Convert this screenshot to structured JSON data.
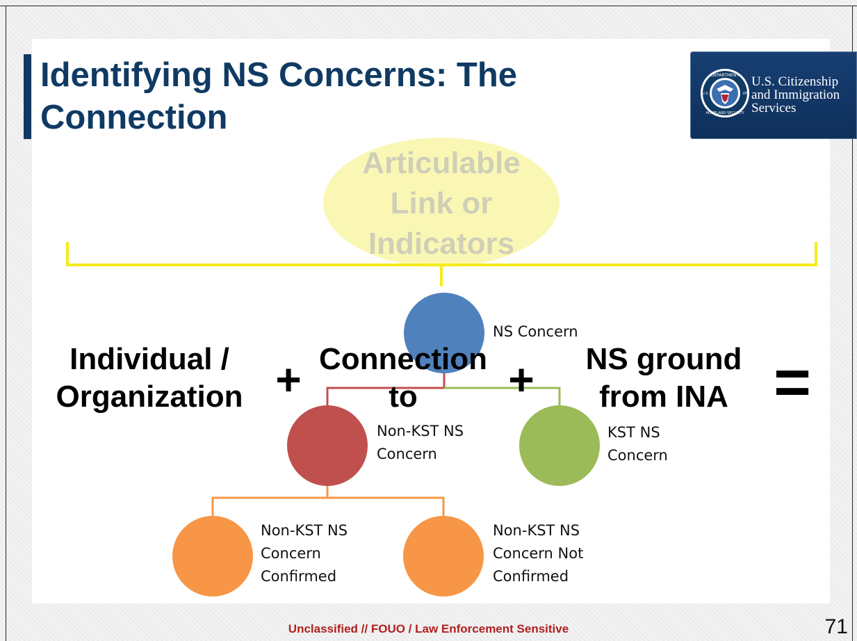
{
  "slide": {
    "title_line1": "Identifying NS Concerns: The",
    "title_line2": "Connection",
    "page_number": "71",
    "footer_marking": "Unclassified // FOUO / Law Enforcement Sensitive"
  },
  "logo": {
    "line1": "U.S. Citizenship",
    "line2": "and Immigration",
    "line3": "Services",
    "seal_text_top": "DEPARTMENT",
    "seal_text_bottom": "HOMELAND SECURITY",
    "seal_text_left": "U.S.",
    "seal_text_right": "OF",
    "color": "#0f3a63"
  },
  "callout": {
    "line1": "Articulable",
    "line2": "Link or",
    "line3": "Indicators",
    "fill_color": "#faf6ad",
    "bracket_color": "#f5ec1c"
  },
  "equation": {
    "term1_line1": "Individual /",
    "term1_line2": "Organization",
    "op1": "+",
    "term2_line1": "Connection",
    "term2_line2": "to",
    "op2": "+",
    "term3_line1": "NS ground",
    "term3_line2": "from INA",
    "op3": "="
  },
  "hierarchy": {
    "root": {
      "label": "NS Concern",
      "color": "#4f81bd"
    },
    "left": {
      "line1": "Non-KST NS",
      "line2": "Concern",
      "color": "#c0504d"
    },
    "right": {
      "line1": "KST NS",
      "line2": "Concern",
      "color": "#9bbb59"
    },
    "leaf1": {
      "line1": "Non-KST NS",
      "line2": "Concern",
      "line3": "Confirmed",
      "color": "#f79646"
    },
    "leaf2": {
      "line1": "Non-KST NS",
      "line2": "Concern Not",
      "line3": "Confirmed",
      "color": "#f79646"
    }
  }
}
